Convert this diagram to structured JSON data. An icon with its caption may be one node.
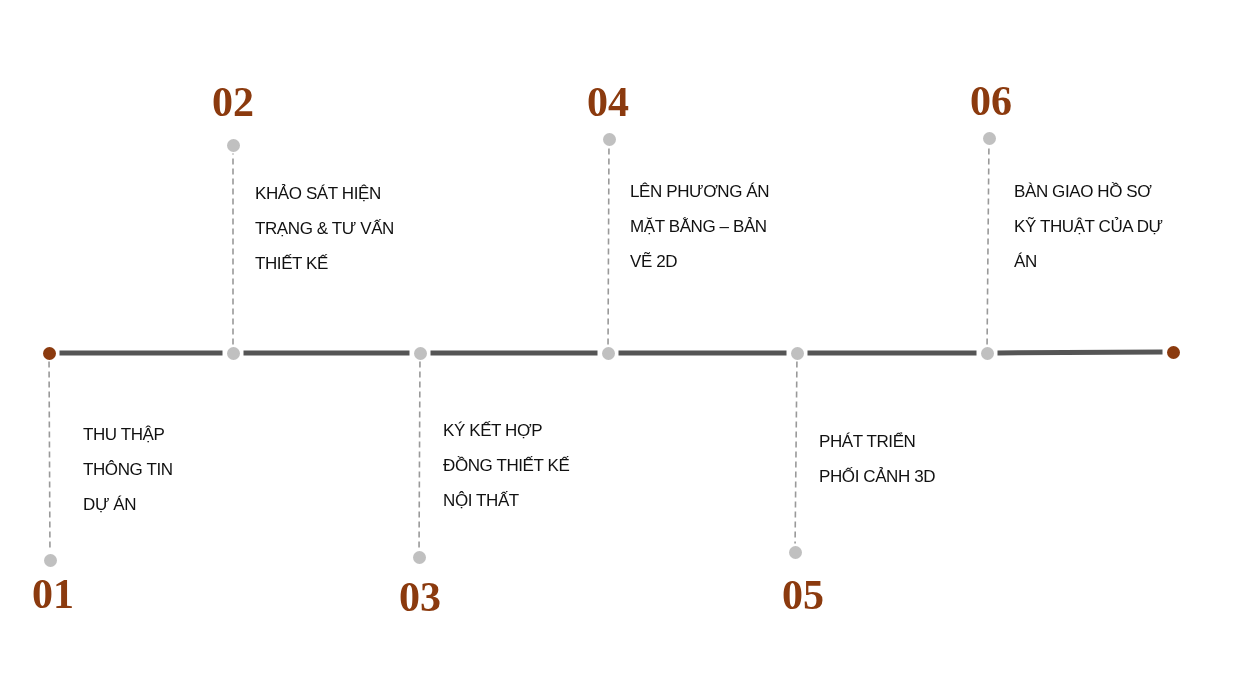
{
  "diagram": {
    "nodes": [
      {
        "text": [],
        "shape": "circle"
      },
      {
        "text": [],
        "shape": "circle"
      },
      {
        "text": [],
        "shape": "circle"
      },
      {
        "text": [],
        "shape": "circle"
      },
      {
        "text": [],
        "shape": "circle"
      },
      {
        "text": [],
        "shape": "circle"
      },
      {
        "text": [],
        "shape": "circle"
      },
      {
        "text": [],
        "shape": "circle",
        "beside": [
          "01",
          "THU THẬP THÔNG TIN DỰ ÁN"
        ]
      },
      {
        "text": [],
        "shape": "circle",
        "beside": [
          "02",
          "KHẢO SÁT HIỆN TRẠNG & TƯ VẤN THIẾT KẾ"
        ]
      },
      {
        "text": [],
        "shape": "circle",
        "beside": [
          "03",
          "KÝ KẾT HỢP ĐỒNG THIẾT KẾ NỘI THẤT"
        ]
      },
      {
        "text": [],
        "shape": "circle",
        "beside": [
          "04",
          "LÊN PHƯƠNG ÁN MẶT BẰNG – BẢN VẼ 2D"
        ]
      },
      {
        "text": [],
        "shape": "circle",
        "beside": [
          "05",
          "PHÁT TRIỂN PHỐI CẢNH 3D"
        ]
      },
      {
        "text": [],
        "shape": "circle",
        "beside": [
          "06",
          "BÀN GIAO HỒ SƠ KỸ THUẬT CỦA DỰ ÁN"
        ]
      }
    ],
    "edges": [
      {
        "from": 0,
        "to": 1,
        "arrow": "none",
        "style": "thick"
      },
      {
        "from": 1,
        "to": 2,
        "arrow": "none",
        "style": "thick"
      },
      {
        "from": 2,
        "to": 3,
        "arrow": "none",
        "style": "thick"
      },
      {
        "from": 3,
        "to": 4,
        "arrow": "none",
        "style": "thick"
      },
      {
        "from": 4,
        "to": 5,
        "arrow": "none",
        "style": "thick"
      },
      {
        "from": 5,
        "to": 6,
        "arrow": "none",
        "style": "thick"
      },
      {
        "from": 0,
        "to": 7,
        "arrow": "none",
        "style": "dashed"
      },
      {
        "from": 1,
        "to": 8,
        "arrow": "none",
        "style": "dashed"
      },
      {
        "from": 2,
        "to": 9,
        "arrow": "none",
        "style": "dashed"
      },
      {
        "from": 3,
        "to": 10,
        "arrow": "none",
        "style": "dashed"
      },
      {
        "from": 4,
        "to": 11,
        "arrow": "none",
        "style": "dashed"
      },
      {
        "from": 5,
        "to": 12,
        "arrow": "none",
        "style": "dashed"
      }
    ]
  }
}
